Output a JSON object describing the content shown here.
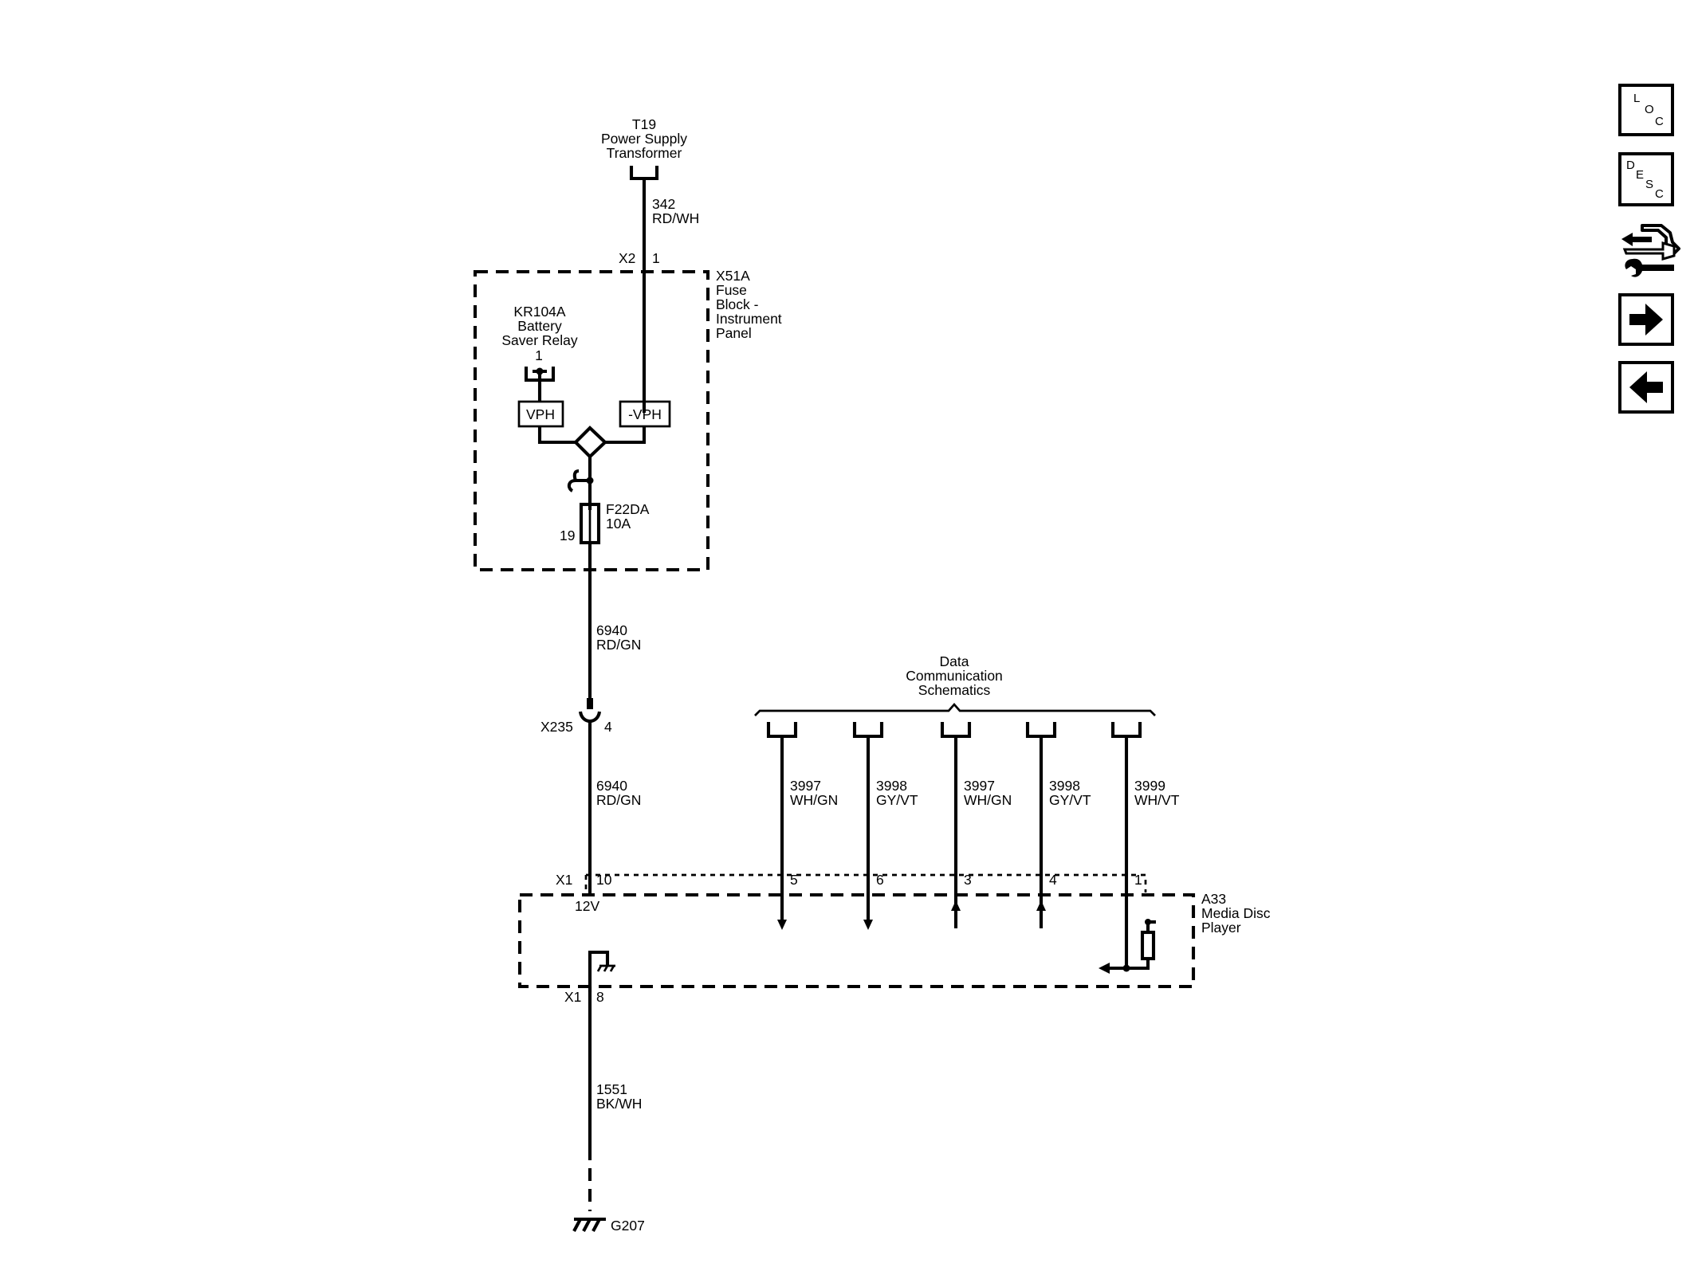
{
  "components": {
    "transformer": {
      "id": "T19",
      "name_line1": "Power Supply",
      "name_line2": "Transformer"
    },
    "fuse_block": {
      "id": "X51A",
      "name_line1": "Fuse",
      "name_line2": "Block -",
      "name_line3": "Instrument",
      "name_line4": "Panel"
    },
    "relay": {
      "id": "KR104A",
      "name_line1": "Battery",
      "name_line2": "Saver Relay",
      "pin": "1"
    },
    "vph_left": "VPH",
    "vph_right": "-VPH",
    "fuse": {
      "id": "F22DA",
      "rating": "10A",
      "pin": "19"
    },
    "inline_connector": {
      "id": "X235",
      "pin": "4"
    },
    "media_player": {
      "id": "A33",
      "name_line1": "Media Disc",
      "name_line2": "Player",
      "voltage": "12V"
    },
    "ground": {
      "id": "G207"
    },
    "data_comm": {
      "line1": "Data",
      "line2": "Communication",
      "line3": "Schematics"
    }
  },
  "connectors": {
    "x2": {
      "id": "X2",
      "pin": "1"
    },
    "x1_top": {
      "id": "X1",
      "pin": "10"
    },
    "x1_bottom": {
      "id": "X1",
      "pin": "8"
    }
  },
  "wires": {
    "w342": {
      "circuit": "342",
      "color": "RD/WH"
    },
    "w6940_a": {
      "circuit": "6940",
      "color": "RD/GN"
    },
    "w6940_b": {
      "circuit": "6940",
      "color": "RD/GN"
    },
    "w1551": {
      "circuit": "1551",
      "color": "BK/WH"
    },
    "data": [
      {
        "circuit": "3997",
        "color": "WH/GN",
        "pin": "5"
      },
      {
        "circuit": "3998",
        "color": "GY/VT",
        "pin": "6"
      },
      {
        "circuit": "3997",
        "color": "WH/GN",
        "pin": "3"
      },
      {
        "circuit": "3998",
        "color": "GY/VT",
        "pin": "4"
      },
      {
        "circuit": "3999",
        "color": "WH/VT",
        "pin": "1"
      }
    ]
  },
  "nav": {
    "loc": {
      "l": "L",
      "o": "O",
      "c": "C"
    },
    "desc": {
      "d": "D",
      "e": "E",
      "s": "S",
      "c": "C"
    }
  }
}
